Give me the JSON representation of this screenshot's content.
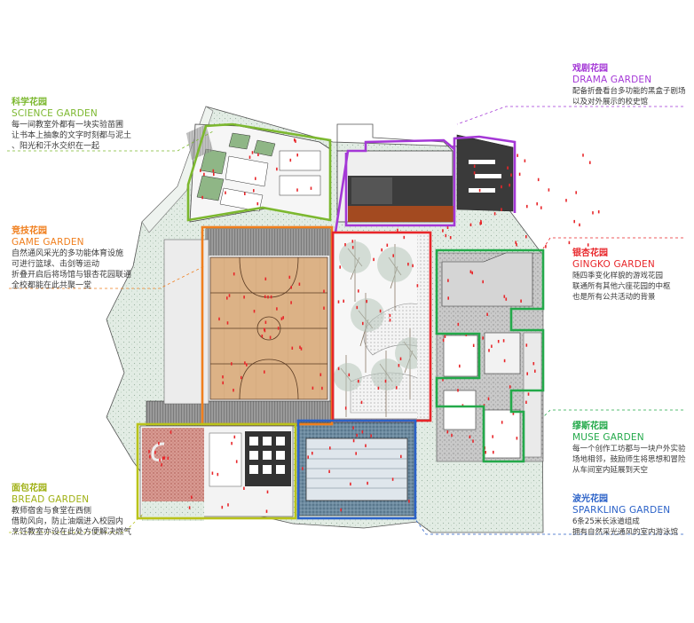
{
  "gardens": {
    "science": {
      "cn": "科学花园",
      "en": "SCIENCE GARDEN",
      "desc": [
        "每一间教室外都有一块实验苗圃",
        "让书本上抽象的文字时刻都与泥土",
        "、阳光和汗水交织在一起"
      ],
      "color": "#7cb82f"
    },
    "game": {
      "cn": "竞技花园",
      "en": "GAME GARDEN",
      "desc": [
        "自然通风采光的多功能体育设施",
        "可进行篮球、击剑等运动",
        "折叠开启后将场馆与银杏花园联通",
        "全校都能在此共聚一堂"
      ],
      "color": "#f07f1e"
    },
    "bread": {
      "cn": "面包花园",
      "en": "BREAD GARDEN",
      "desc": [
        "教师宿舍与食堂在西侧",
        "借助风向，防止油烟进入校园内",
        "烹饪教室亦设在此处方便解决燃气"
      ],
      "color": "#b9c31a"
    },
    "drama": {
      "cn": "戏剧花园",
      "en": "DRAMA GARDEN",
      "desc": [
        "配备折叠看台多功能的黑盒子剧场",
        "以及对外展示的校史馆"
      ],
      "color": "#a437d6"
    },
    "gingko": {
      "cn": "银杏花园",
      "en": "GINGKO GARDEN",
      "desc": [
        "随四季变化样貌的游戏花园",
        "联通所有其他六座花园的中枢",
        "也是所有公共活动的背景"
      ],
      "color": "#e8262a"
    },
    "muse": {
      "cn": "缪斯花园",
      "en": "MUSE GARDEN",
      "desc": [
        "每一个创作工坊都与一块户外实验",
        "场地相邻，鼓励师生将思想和冒险",
        "从车间室内延展到天空"
      ],
      "color": "#23a94a"
    },
    "sparkling": {
      "cn": "波光花园",
      "en": "SPARKLING GARDEN",
      "desc": [
        "6条25米长泳道组成",
        "拥有自然采光通风的室内游泳馆"
      ],
      "color": "#2b62c8"
    }
  },
  "palette": {
    "green_ground": "#d8e8dc",
    "court": "#d9b287",
    "dark": "#3a3a3a",
    "people": "#e8262a",
    "pool": "#cfd7df"
  }
}
